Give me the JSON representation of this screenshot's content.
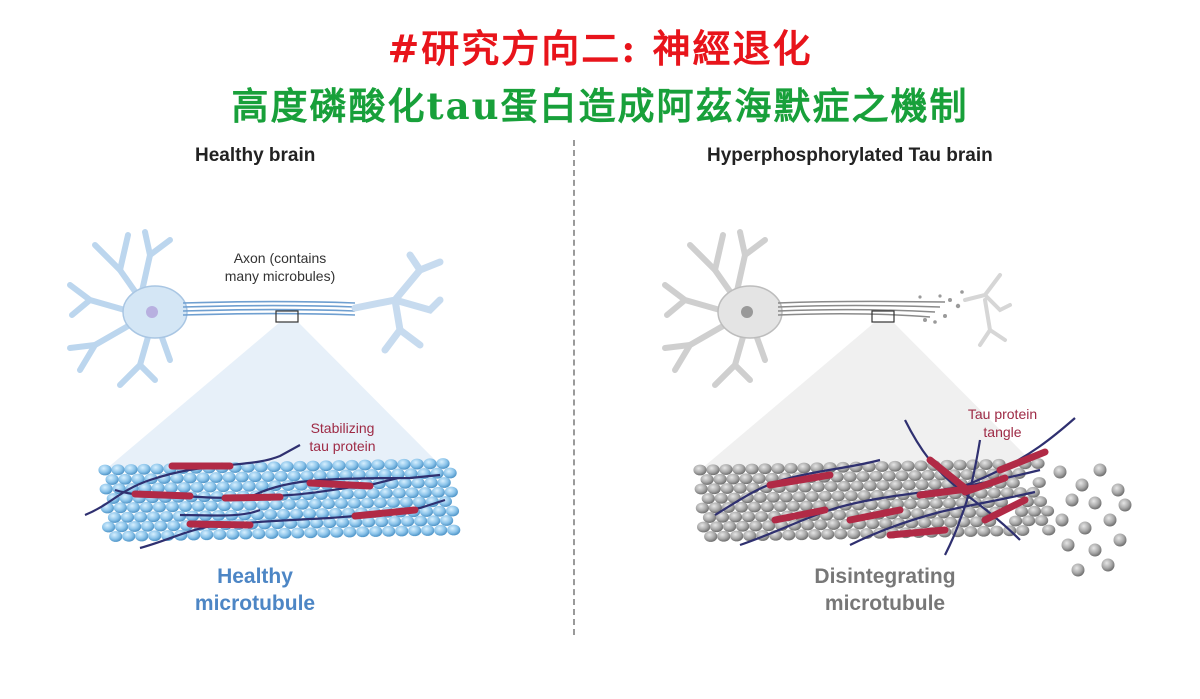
{
  "header": {
    "line1": "#研究方向二: 神經退化",
    "line2": "高度磷酸化tau蛋白造成阿茲海默症之機制"
  },
  "left_panel": {
    "title": "Healthy brain",
    "axon_label_1": "Axon (contains",
    "axon_label_2": "many microbules)",
    "tau_label_1": "Stabilizing",
    "tau_label_2": "tau protein",
    "microtubule_label_1": "Healthy",
    "microtubule_label_2": "microtubule"
  },
  "right_panel": {
    "title": "Hyperphosphorylated Tau  brain",
    "tangle_label_1": "Tau protein",
    "tangle_label_2": "tangle",
    "microtubule_label_1": "Disintegrating",
    "microtubule_label_2": "microtubule"
  },
  "colors": {
    "title_red": "#e8141b",
    "title_green": "#18a03a",
    "healthy_blue": "#4d86c5",
    "tau_red": "#9e2a45",
    "disintegrating_gray": "#777777"
  }
}
